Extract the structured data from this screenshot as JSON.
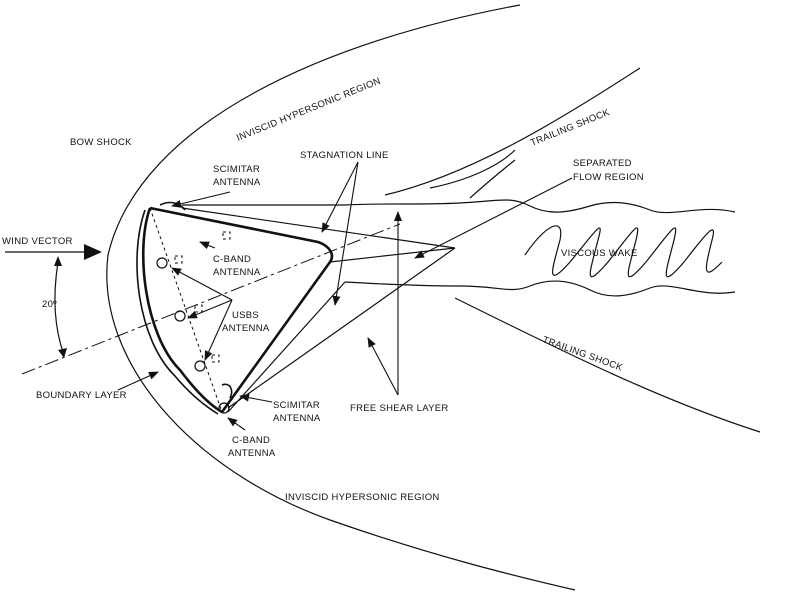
{
  "labels": {
    "bow_shock": "BOW SHOCK",
    "inviscid_top": "INVISCID HYPERSONIC REGION",
    "inviscid_bottom": "INVISCID HYPERSONIC REGION",
    "trailing_shock_top": "TRAILING SHOCK",
    "trailing_shock_bottom": "TRAILING SHOCK",
    "stagnation_line": "STAGNATION LINE",
    "separated_flow_1": "SEPARATED",
    "separated_flow_2": "FLOW REGION",
    "viscous_wake": "VISCOUS WAKE",
    "wind_vector": "WIND VECTOR",
    "angle": "20º",
    "scimitar_top_1": "SCIMITAR",
    "scimitar_top_2": "ANTENNA",
    "cband_top_1": "C-BAND",
    "cband_top_2": "ANTENNA",
    "usbs_1": "USBS",
    "usbs_2": "ANTENNA",
    "boundary_layer": "BOUNDARY LAYER",
    "scimitar_bottom_1": "SCIMITAR",
    "scimitar_bottom_2": "ANTENNA",
    "cband_bottom_1": "C-BAND",
    "cband_bottom_2": "ANTENNA",
    "free_shear_layer": "FREE SHEAR LAYER"
  }
}
